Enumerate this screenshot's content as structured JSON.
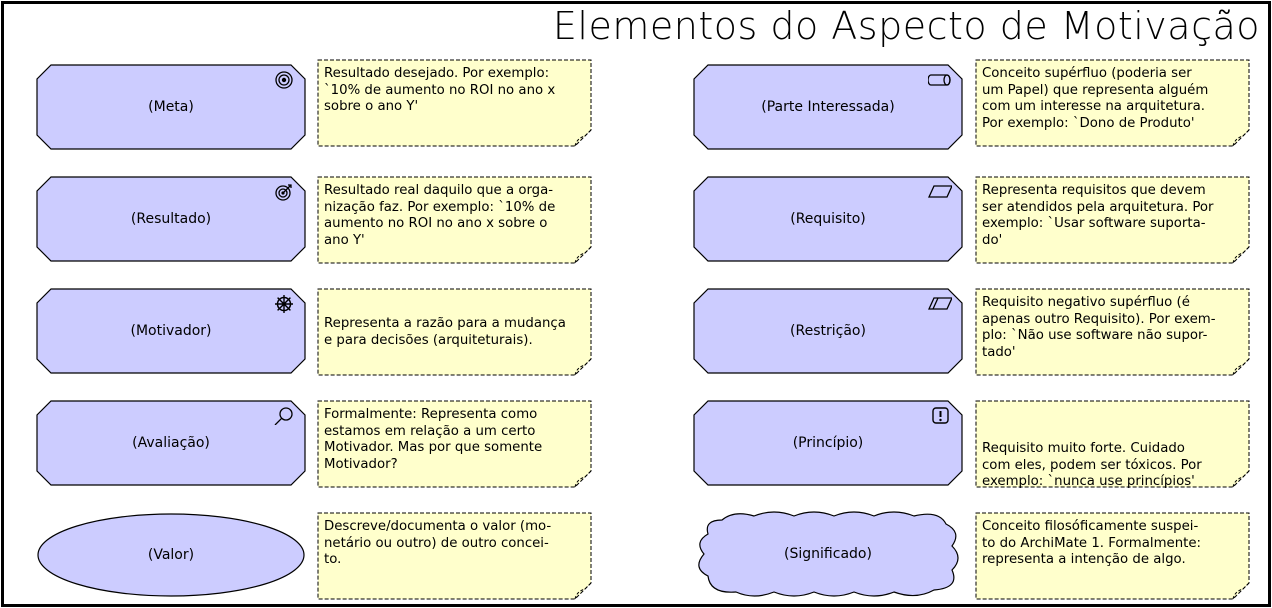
{
  "title": "Elementos do Aspecto de Motivação",
  "colors": {
    "element_fill": "#ccccff",
    "note_fill": "#ffffcc",
    "stroke": "#000000"
  },
  "elements": [
    {
      "label": "(Meta)",
      "icon": "goal-icon",
      "note": "Resultado desejado. Por exemplo:\n`10% de aumento no ROI no ano x\nsobre o ano Y'"
    },
    {
      "label": "(Resultado)",
      "icon": "outcome-icon",
      "note": "Resultado real daquilo que a orga-\nnização faz. Por exemplo: `10% de\naumento no ROI no ano x sobre o\nano Y'"
    },
    {
      "label": "(Motivador)",
      "icon": "driver-icon",
      "note": "Representa a razão para a mudança\ne para decisões (arquiteturais)."
    },
    {
      "label": "(Avaliação)",
      "icon": "assessment-icon",
      "note": "Formalmente: Representa como\nestamos em relação a um certo\nMotivador. Mas por que somente\nMotivador?"
    },
    {
      "label": "(Valor)",
      "icon": "",
      "note": "Descreve/documenta o valor (mo-\nnetário ou outro) de outro concei-\nto."
    },
    {
      "label": "(Parte Interessada)",
      "icon": "stakeholder-icon",
      "note": "Conceito supérfluo (poderia ser\num Papel) que representa alguém\ncom um interesse na arquitetura.\nPor exemplo: `Dono de Produto'"
    },
    {
      "label": "(Requisito)",
      "icon": "requirement-icon",
      "note": "Representa requisitos que devem\nser atendidos pela arquitetura. Por\nexemplo: `Usar software suporta-\ndo'"
    },
    {
      "label": "(Restrição)",
      "icon": "constraint-icon",
      "note": "Requisito negativo supérfluo (é\napenas outro Requisito). Por exem-\nplo: `Não use software não supor-\ntado'"
    },
    {
      "label": "(Princípio)",
      "icon": "principle-icon",
      "note": "Requisito muito forte. Cuidado\ncom eles, podem ser tóxicos. Por\nexemplo: `nunca use princípios'"
    },
    {
      "label": "(Significado)",
      "icon": "",
      "note": "Conceito filosóficamente suspei-\nto do ArchiMate 1. Formalmente:\nrepresenta a intenção de algo."
    }
  ]
}
